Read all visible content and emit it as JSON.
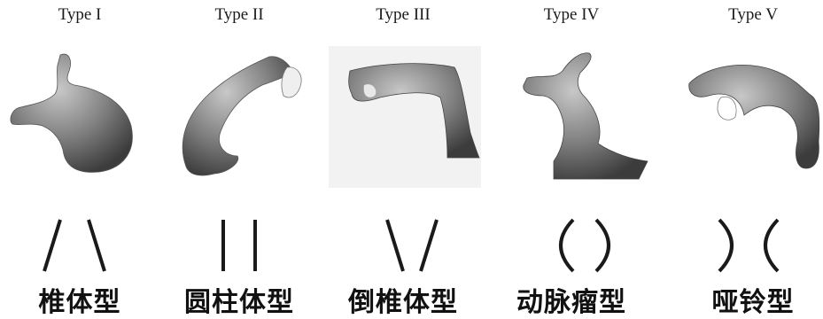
{
  "types": [
    {
      "label": "Type I",
      "name": "椎体型",
      "glyph": "/ \\"
    },
    {
      "label": "Type II",
      "name": "圆柱体型",
      "glyph": "| |"
    },
    {
      "label": "Type III",
      "name": "倒椎体型",
      "glyph": "\\ /"
    },
    {
      "label": "Type IV",
      "name": "动脉瘤型",
      "glyph": "( )"
    },
    {
      "label": "Type V",
      "name": "哑铃型",
      "glyph": ") ("
    }
  ],
  "colors": {
    "shape": "#7f7f7f",
    "shape_dark": "#4a4a4a",
    "shape_light": "#bdbdbd",
    "ink": "#1a1a1a"
  }
}
